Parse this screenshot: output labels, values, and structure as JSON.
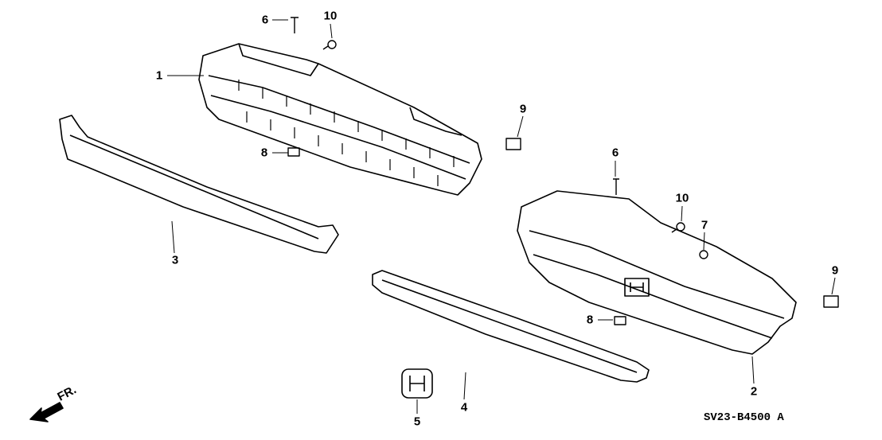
{
  "diagram": {
    "callouts": [
      {
        "id": "c1",
        "label": "1"
      },
      {
        "id": "c6a",
        "label": "6"
      },
      {
        "id": "c10a",
        "label": "10"
      },
      {
        "id": "c3",
        "label": "3"
      },
      {
        "id": "c8a",
        "label": "8"
      },
      {
        "id": "c9a",
        "label": "9"
      },
      {
        "id": "c6b",
        "label": "6"
      },
      {
        "id": "c10b",
        "label": "10"
      },
      {
        "id": "c7",
        "label": "7"
      },
      {
        "id": "c9b",
        "label": "9"
      },
      {
        "id": "c8b",
        "label": "8"
      },
      {
        "id": "c2",
        "label": "2"
      },
      {
        "id": "c4",
        "label": "4"
      },
      {
        "id": "c5",
        "label": "5"
      }
    ],
    "direction_label": "FR.",
    "diagram_code": "SV23-B4500 A"
  }
}
